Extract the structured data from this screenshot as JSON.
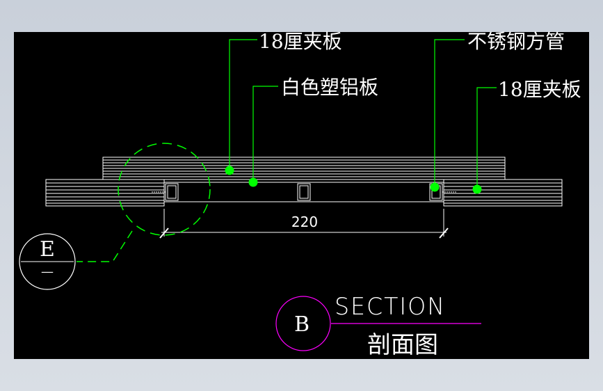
{
  "labels": {
    "plywood_left": "18厘夹板",
    "white_plastic_aluminum": "白色塑铝板",
    "stainless_tube": "不锈钢方管",
    "plywood_right": "18厘夹板"
  },
  "dimension": {
    "value": "220"
  },
  "detail_marker": {
    "letter": "E",
    "sheet": "—"
  },
  "section_marker": {
    "letter": "B",
    "title_en": "SECTION",
    "title_cn": "剖面图"
  },
  "colors": {
    "background": "#000000",
    "frame": "#ccd2db",
    "geometry": "#ffffff",
    "leader": "#00ff00",
    "section_circle": "#ff00ff"
  }
}
